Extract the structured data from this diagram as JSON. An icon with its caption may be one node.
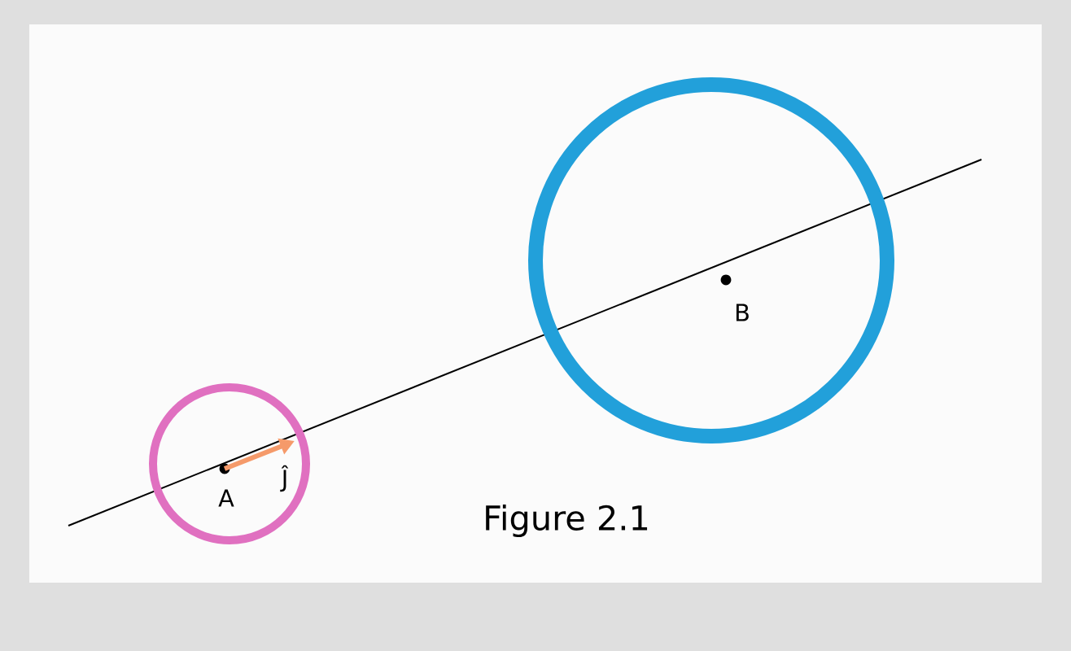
{
  "diagram": {
    "caption": "Figure 2.1",
    "nodes": [
      {
        "text": [
          "A",
          "Ĵ"
        ]
      },
      {
        "text": [
          "B"
        ]
      }
    ]
  }
}
